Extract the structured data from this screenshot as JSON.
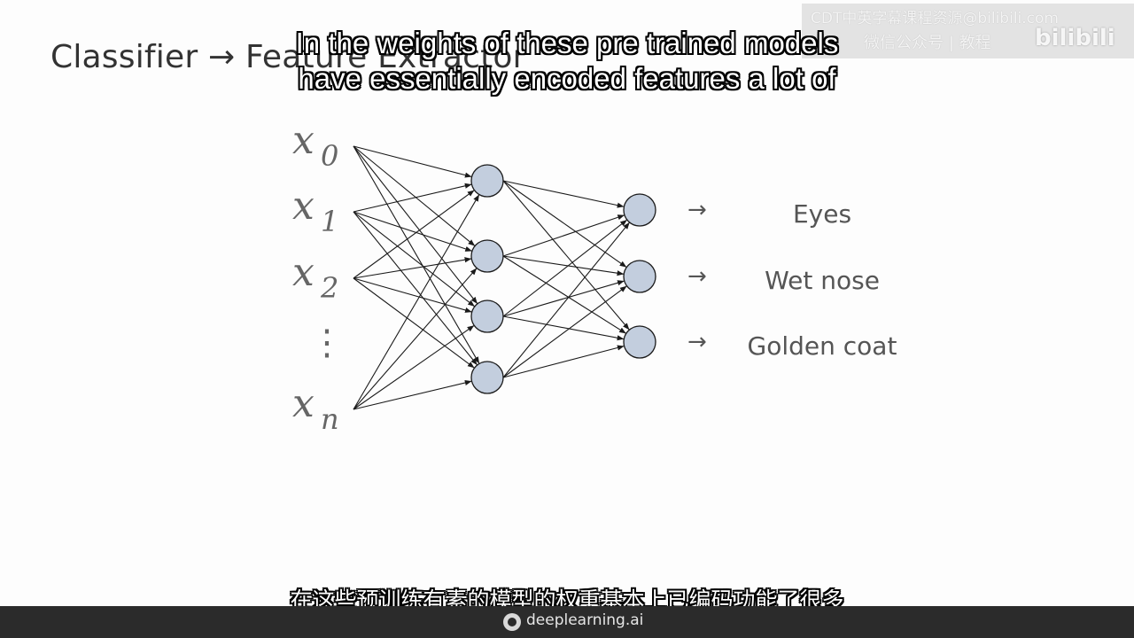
{
  "slide": {
    "title": "Classifier → Feature Extractor"
  },
  "network": {
    "inputs": [
      {
        "base": "x",
        "sub": "0"
      },
      {
        "base": "x",
        "sub": "1"
      },
      {
        "base": "x",
        "sub": "2"
      },
      {
        "base": "x",
        "sub": "n"
      }
    ],
    "ellipsis": "⋮",
    "hidden_count": 4,
    "outputs": [
      "Eyes",
      "Wet nose",
      "Golden coat"
    ],
    "arrow": "→",
    "node_color": "#c3cede",
    "edge_color": "#1a1a1a"
  },
  "captions": {
    "english_line1": "In the weights of these pre trained models",
    "english_line2": "have essentially encoded features a lot of",
    "chinese": "在这些预训练有素的模型的权重基本上已编码功能了很多"
  },
  "watermark": {
    "line1": "CDT中英字幕课程资源@bilibili.com",
    "line2": "微信公众号 | 教程",
    "logo": "bilibili"
  },
  "footer": {
    "brand": "deeplearning.ai",
    "bar_color": "#2b2b2b"
  }
}
